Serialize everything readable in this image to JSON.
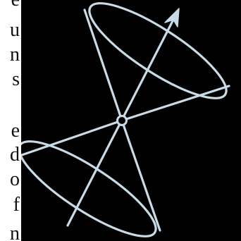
{
  "text_fragments": [
    "e",
    "u",
    "n",
    "s",
    "e",
    "d",
    "o",
    "f",
    "n"
  ],
  "figure": {
    "background": "#000000",
    "line_color": "#c9dbe6",
    "vertex_fill": "#000000",
    "arrow_icon": "arrowhead-icon"
  }
}
